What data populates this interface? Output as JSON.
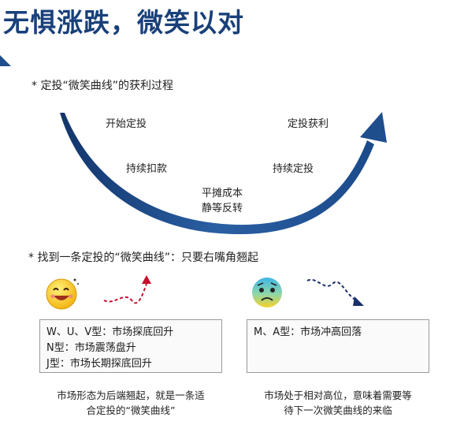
{
  "title": "无惧涨跌，微笑以对",
  "section1": {
    "heading": "* 定投“微笑曲线”的获利过程",
    "labels": {
      "start": "开始定投",
      "deduct": "持续扣款",
      "bottom_line1": "平摊成本",
      "bottom_line2": "静等反转",
      "continue": "持续定投",
      "profit": "定投获利"
    }
  },
  "section2": {
    "heading": "* 找到一条定投的“微笑曲线”：只要右嘴角翘起",
    "left_box": [
      "W、U、V型：市场探底回升",
      "N型：市场震荡盘升",
      "J型：市场长期探底回升"
    ],
    "right_box": [
      "M、A型：市场冲高回落"
    ],
    "left_note": [
      "市场形态为后端翘起，就是一条适",
      "合定投的“微笑曲线”"
    ],
    "right_note": [
      "市场处于相对高位，意味着需要等",
      "待下一次微笑曲线的来临"
    ]
  },
  "colors": {
    "title": "#19407a",
    "curve": "#1e4e8c",
    "arrow_red": "#c8102e",
    "arrow_navy": "#1a2f6b"
  },
  "icons": {
    "happy": "happy-face-icon",
    "worried": "worried-face-icon"
  }
}
